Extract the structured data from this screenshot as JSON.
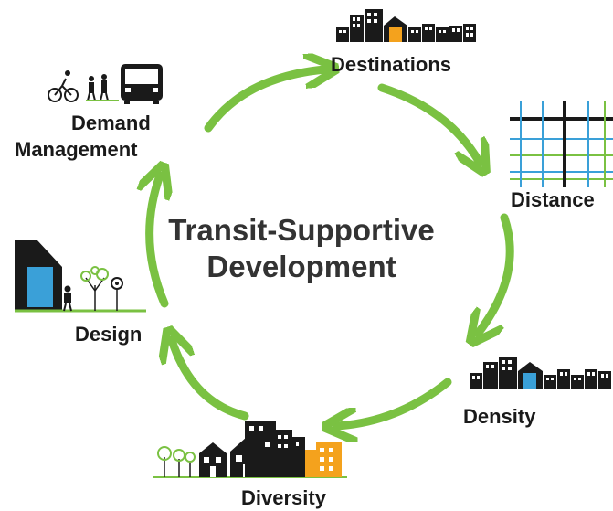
{
  "center_title": {
    "line1": "Transit-Supportive",
    "line2": "Development"
  },
  "nodes": {
    "destinations": {
      "label": "Destinations",
      "icon": "buildings-icon"
    },
    "distance": {
      "label": "Distance",
      "icon": "street-grid-icon"
    },
    "density": {
      "label": "Density",
      "icon": "dense-buildings-icon"
    },
    "diversity": {
      "label": "Diversity",
      "icon": "mixed-housing-icon"
    },
    "design": {
      "label": "Design",
      "icon": "storefront-pedestrian-icon"
    },
    "demand_management": {
      "label_line1": "Demand",
      "label_line2": "Management",
      "icon": "bike-walk-bus-icon"
    }
  },
  "colors": {
    "arrow": "#7ac142",
    "building": "#1a1a1a",
    "highlight_orange": "#f4a21d",
    "highlight_blue": "#3aa0d8",
    "grid_blue": "#3aa0d8",
    "grid_green": "#7ac142",
    "text": "#1a1a1a",
    "center_text": "#333333"
  }
}
